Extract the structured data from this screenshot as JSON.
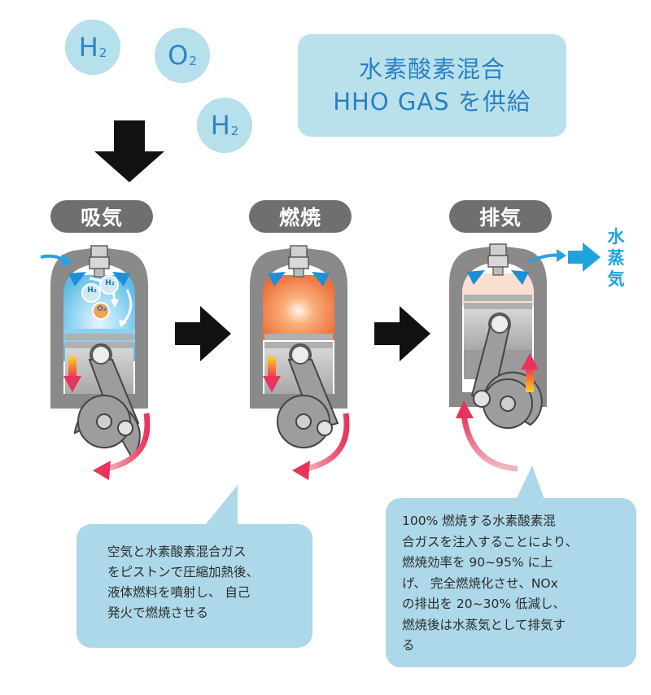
{
  "molecules": [
    {
      "symbol": "H",
      "sub": "2"
    },
    {
      "symbol": "O",
      "sub": "2"
    },
    {
      "symbol": "H",
      "sub": "2"
    }
  ],
  "title": {
    "line1": "水素酸素混合",
    "line2": "HHO GAS を供給"
  },
  "stages": [
    {
      "label": "吸気"
    },
    {
      "label": "燃焼"
    },
    {
      "label": "排気"
    }
  ],
  "chamber_molecules": {
    "h2_a": "H₂",
    "h2_b": "H₂",
    "o2": "O₂"
  },
  "steam_label": [
    "水",
    "蒸",
    "気"
  ],
  "callouts": {
    "left": [
      "空気と水素酸素混合ガス",
      "をピストンで圧縮加熱後、",
      "液体燃料を噴射し、 自己",
      "発火で燃焼させる"
    ],
    "right": [
      "100% 燃焼する水素酸素混",
      "合ガスを注入することにより、",
      "燃焼効率を 90~95% に上",
      "げ、 完全燃焼化させ、NOx",
      "の排出を 20~30% 低減し、",
      "燃焼後は水蒸気として排気す",
      "る"
    ]
  },
  "colors": {
    "bubble": "#add8e9",
    "title_text": "#2c7fc1",
    "label_bg": "#6f6f6f",
    "steam": "#1fa3dc",
    "arrow_red": "#e8335a",
    "combustion": "#f47c46"
  }
}
